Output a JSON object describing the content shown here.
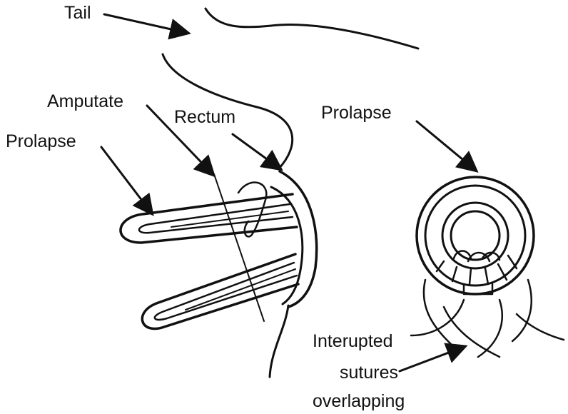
{
  "labels": {
    "tail": "Tail",
    "amputate": "Amputate",
    "rectum": "Rectum",
    "prolapse_left": "Prolapse",
    "prolapse_right": "Prolapse",
    "sutures_line1": "Interupted",
    "sutures_line2": "sutures",
    "sutures_line3": "overlapping"
  },
  "colors": {
    "ink": "#111111",
    "background": "#ffffff"
  }
}
